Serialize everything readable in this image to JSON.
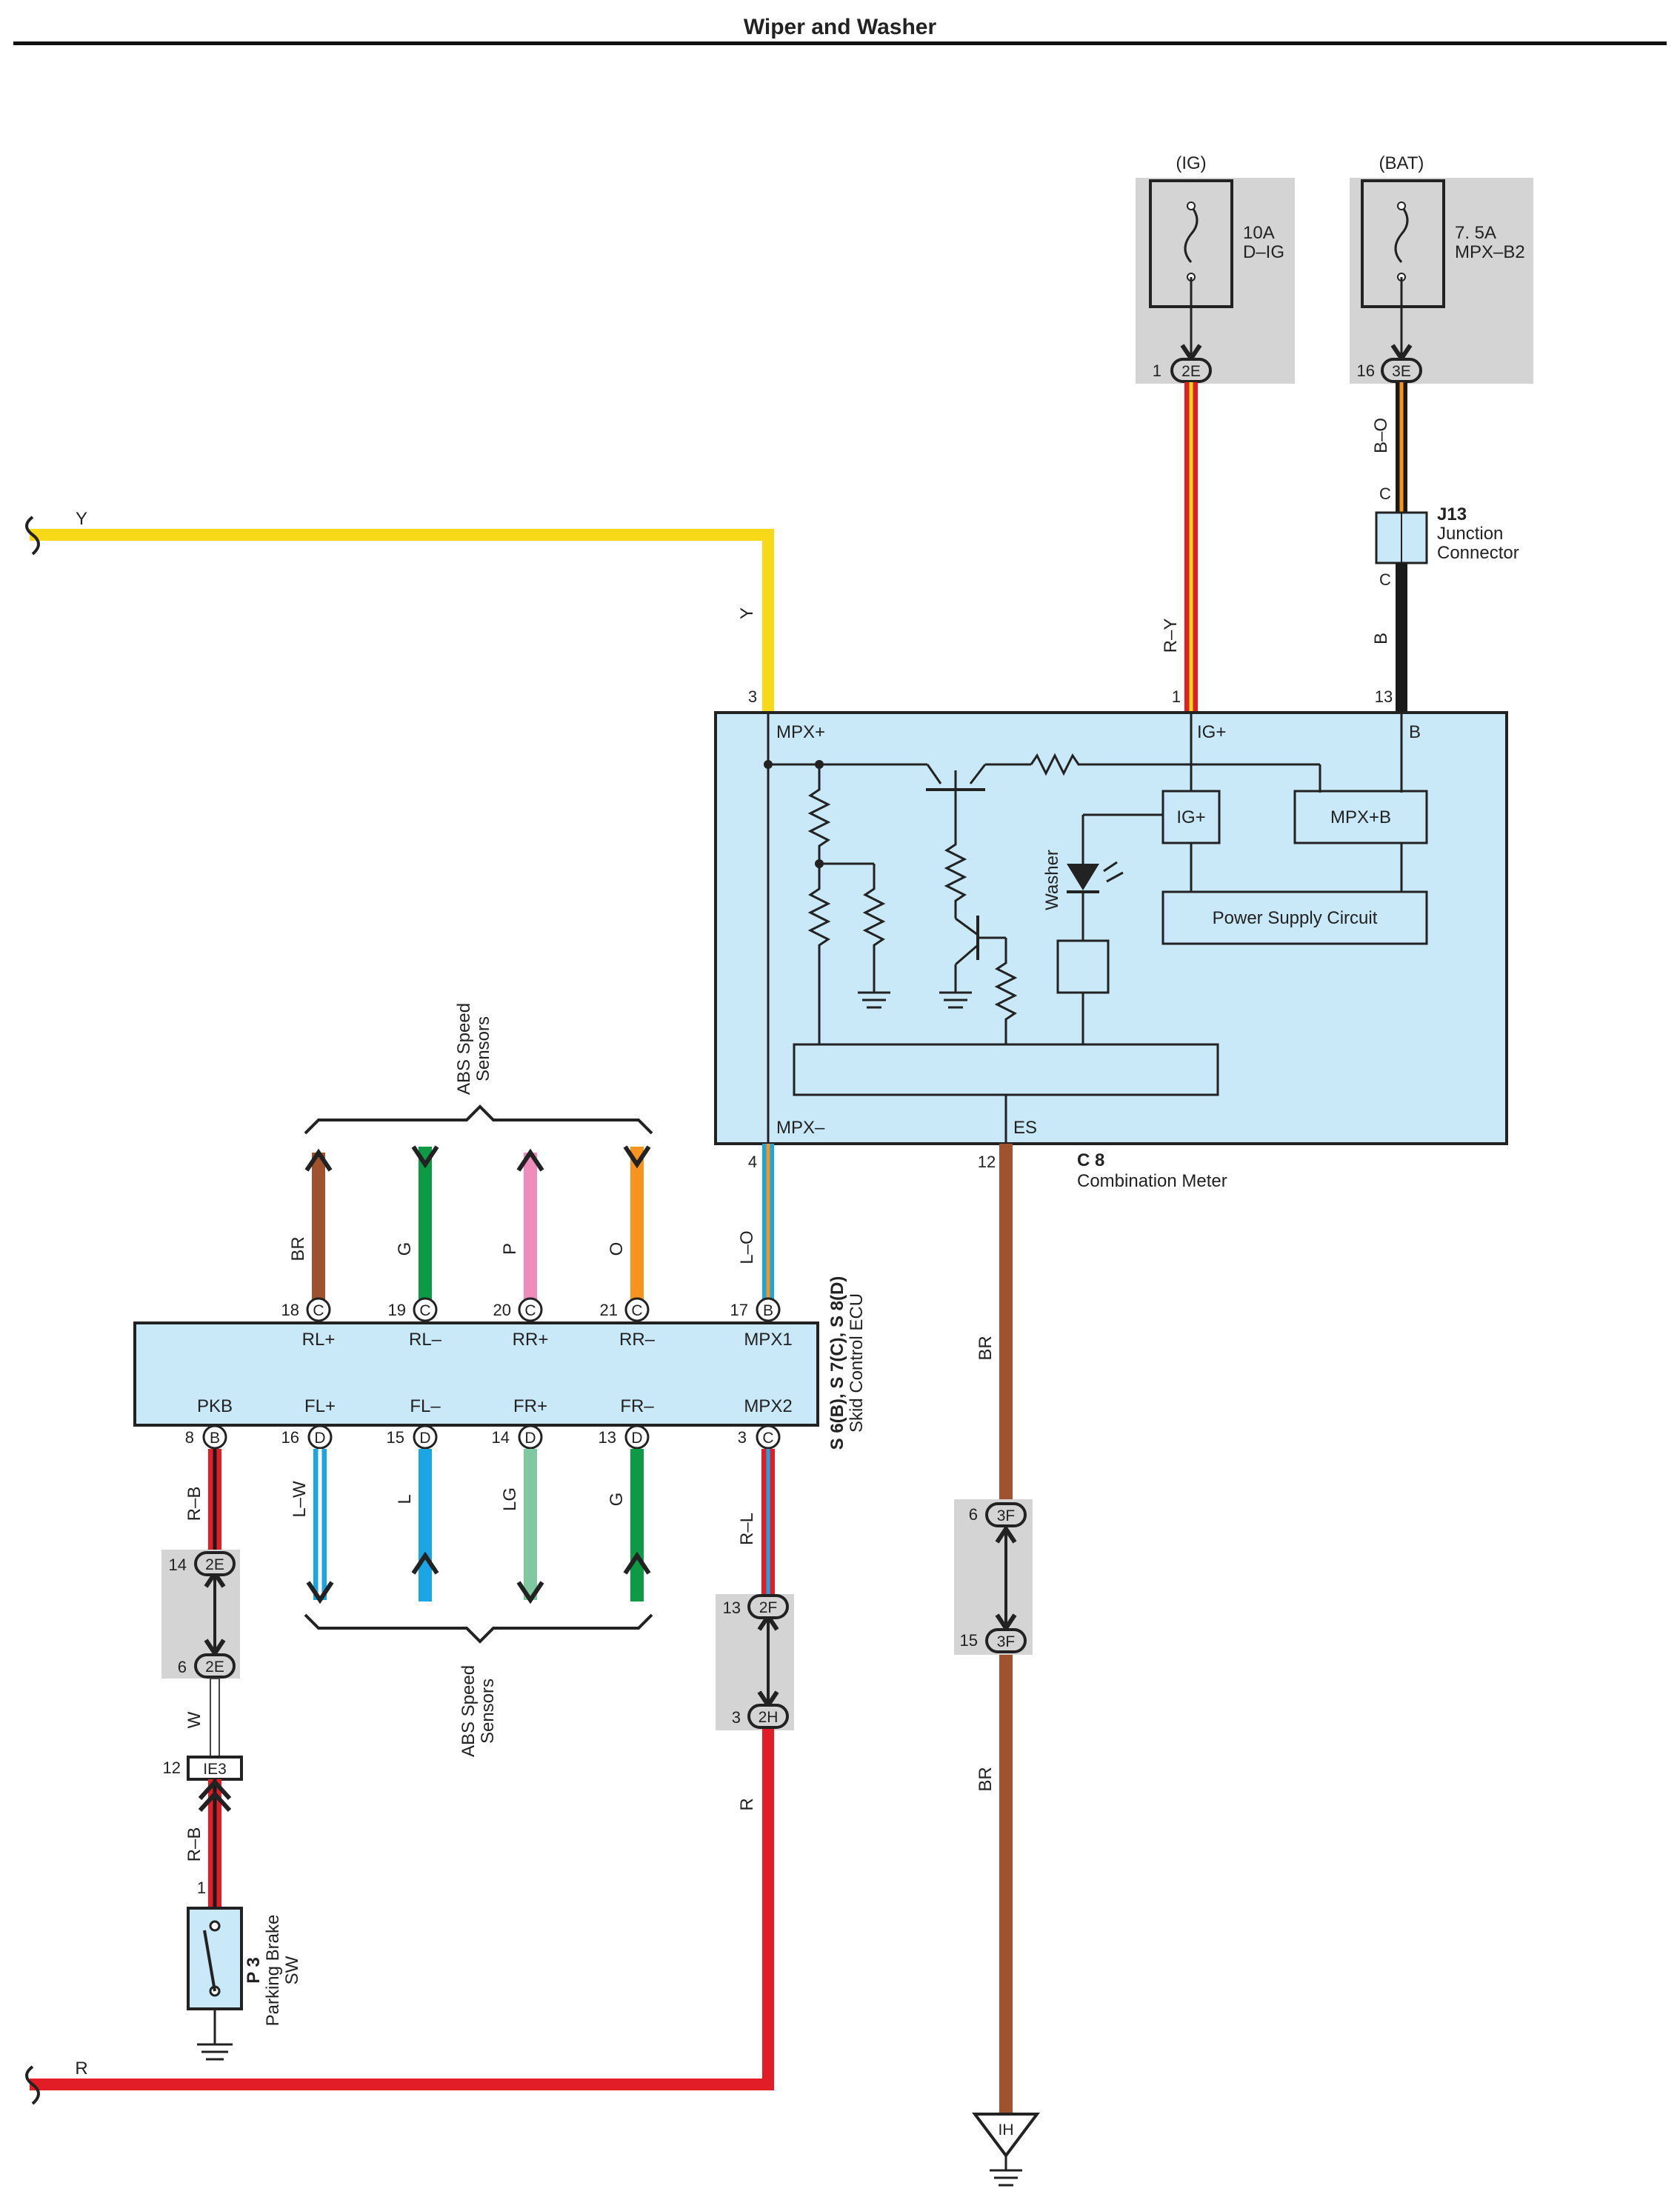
{
  "title": "Wiper and Washer",
  "colors": {
    "Y": "#f7d917",
    "R": "#e21d25",
    "B": "#1a1a1a",
    "BR": "#a0522d",
    "G": "#0c9a44",
    "P": "#ef8cbc",
    "O": "#f7941d",
    "L": "#1aa6e4",
    "LG": "#7fc9a0",
    "W": "#ffffff",
    "panel": "#c9e8f8",
    "shade": "#d4d4d4"
  },
  "fuses": [
    {
      "source": "(IG)",
      "rating": "10A",
      "name": "D–IG",
      "pin": "1",
      "connector": "2E"
    },
    {
      "source": "(BAT)",
      "rating": "7. 5A",
      "name": "MPX–B2",
      "pin": "16",
      "connector": "3E"
    }
  ],
  "junction": {
    "id": "J13",
    "name_line1": "Junction",
    "name_line2": "Connector",
    "pin_top": "C",
    "pin_bottom": "C"
  },
  "meter": {
    "id": "C 8",
    "name": "Combination Meter",
    "pins": {
      "mpx_plus": "3",
      "ig_plus": "1",
      "b": "13",
      "mpx_minus": "4",
      "es": "12"
    },
    "terminals": {
      "mpx_plus": "MPX+",
      "ig_plus": "IG+",
      "b": "B",
      "mpx_minus": "MPX–",
      "es": "ES"
    },
    "blocks": {
      "ig_box": "IG+",
      "mpxb_box": "MPX+B",
      "power": "Power Supply Circuit",
      "washer": "Washer"
    }
  },
  "wires": {
    "y_in": "Y",
    "y_vert": "Y",
    "r_y": "R–Y",
    "b_o": "B–O",
    "b": "B",
    "l_o": "L–O",
    "br1": "BR",
    "br2": "BR",
    "r_b1": "R–B",
    "w": "W",
    "r_b2": "R–B",
    "r_l": "R–L",
    "r_vert": "R",
    "r_in": "R"
  },
  "ecu": {
    "id": "S 6(B), S 7(C), S 8(D)",
    "name": "Skid Control ECU",
    "top_pins": [
      {
        "num": "18",
        "letter": "C",
        "term": "RL+",
        "wire": "BR"
      },
      {
        "num": "19",
        "letter": "C",
        "term": "RL–",
        "wire": "G"
      },
      {
        "num": "20",
        "letter": "C",
        "term": "RR+",
        "wire": "P"
      },
      {
        "num": "21",
        "letter": "C",
        "term": "RR–",
        "wire": "O"
      },
      {
        "num": "17",
        "letter": "B",
        "term": "MPX1"
      }
    ],
    "bottom_pins": [
      {
        "num": "8",
        "letter": "B",
        "term": "PKB"
      },
      {
        "num": "16",
        "letter": "D",
        "term": "FL+",
        "wire": "L–W"
      },
      {
        "num": "15",
        "letter": "D",
        "term": "FL–",
        "wire": "L"
      },
      {
        "num": "14",
        "letter": "D",
        "term": "FR+",
        "wire": "LG"
      },
      {
        "num": "13",
        "letter": "D",
        "term": "FR–",
        "wire": "G"
      },
      {
        "num": "3",
        "letter": "C",
        "term": "MPX2"
      }
    ]
  },
  "abs_top": {
    "line1": "ABS Speed",
    "line2": "Sensors"
  },
  "abs_bottom": {
    "line1": "ABS Speed",
    "line2": "Sensors"
  },
  "connectors": {
    "c2e_a": {
      "pin": "14",
      "id": "2E"
    },
    "c2e_b": {
      "pin": "6",
      "id": "2E"
    },
    "ie3": {
      "pin": "12",
      "id": "IE3"
    },
    "c2f": {
      "pin": "13",
      "id": "2F"
    },
    "c2h": {
      "pin": "3",
      "id": "2H"
    },
    "c3f_a": {
      "pin": "6",
      "id": "3F"
    },
    "c3f_b": {
      "pin": "15",
      "id": "3F"
    }
  },
  "parking": {
    "id": "P 3",
    "name_line1": "Parking Brake",
    "name_line2": "SW",
    "pin": "1"
  },
  "ground": {
    "id": "IH"
  }
}
